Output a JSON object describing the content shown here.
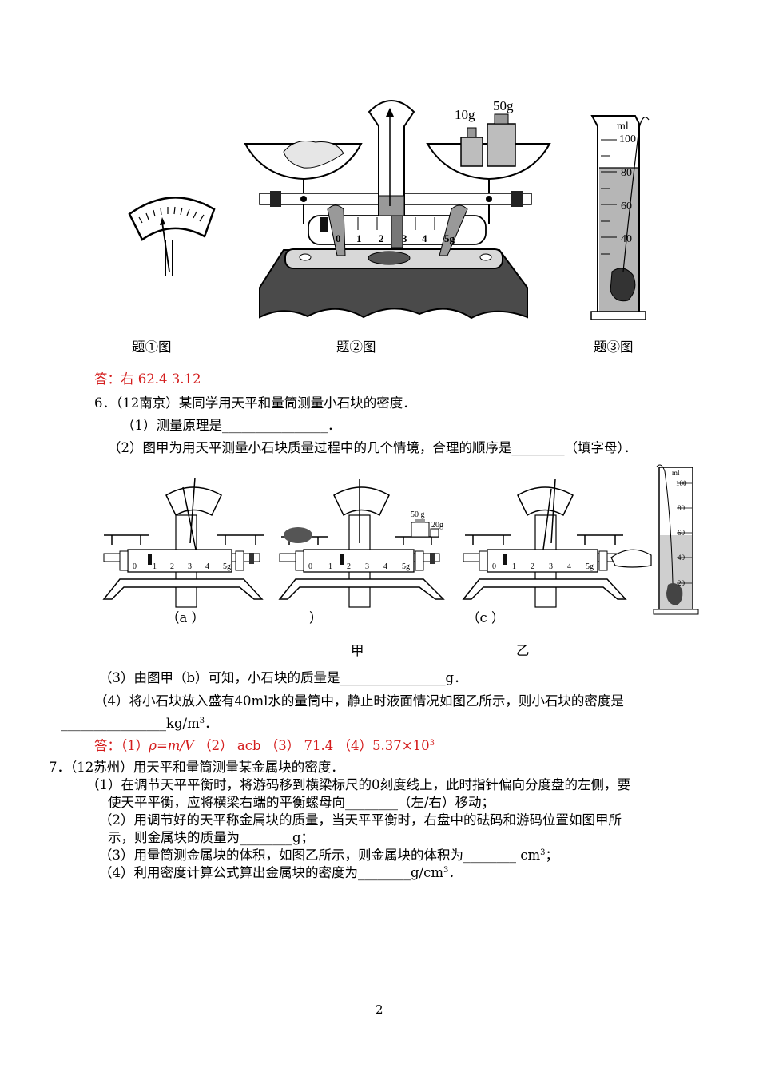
{
  "figures_top": {
    "weights": {
      "w10": "10g",
      "w50": "50g"
    },
    "beam_scale": [
      "0",
      "1",
      "2",
      "3",
      "4",
      "5g"
    ],
    "cylinder": {
      "unit": "ml",
      "ticks": [
        "100",
        "80",
        "60",
        "40"
      ]
    },
    "captions": [
      "题①图",
      "题②图",
      "题③图"
    ]
  },
  "answer5": "答：右   62.4   3.12",
  "q6": {
    "title": "6．（12南京）某同学用天平和量筒测量小石块的密度．",
    "p1": "（1）测量原理是________________．",
    "p2": "（2）图甲为用天平测量小石块质量过程中的几个情境，合理的顺序是________（填字母）．",
    "fig": {
      "scale": [
        "0",
        "1",
        "2",
        "3",
        "4",
        "5g"
      ],
      "weights": {
        "w50": "50 g",
        "w20": "20g"
      },
      "cylinder": {
        "unit": "ml",
        "ticks": [
          "100",
          "80",
          "60",
          "40",
          "20"
        ]
      },
      "labels": {
        "a": "（a ）",
        "b": "）",
        "c": "（c ）",
        "jia": "甲",
        "yi": "乙"
      }
    },
    "p3": "（3）由图甲（b）可知，小石块的质量是________________g．",
    "p4": "（4）将小石块放入盛有40ml水的量筒中，静止时液面情况如图乙所示，则小石块的密度是",
    "p4b": "________________kg/m",
    "p4b_sup": "3",
    "p4b_end": "．",
    "answer": {
      "prefix": "答：（1）",
      "formula": "ρ=m/V",
      "rest": "  （2）  acb   （3）  71.4   （4）5.37×10",
      "sup": "3"
    }
  },
  "q7": {
    "title": "7．（12苏州）用天平和量筒测量某金属块的密度．",
    "p1": "（1）在调节天平平衡时，将游码移到横梁标尺的0刻度线上，此时指针偏向分度盘的左侧，要",
    "p1b": "使天平平衡，应将横梁右端的平衡螺母向________（左/右）移动；",
    "p2": "（2）用调节好的天平称金属块的质量，当天平平衡时，右盘中的砝码和游码位置如图甲所",
    "p2b": "示，则金属块的质量为________g；",
    "p3": "（3）用量筒测金属块的体积，如图乙所示，则金属块的体积为________ cm",
    "p3_sup": "3",
    "p3_end": "；",
    "p4": "（4）利用密度计算公式算出金属块的密度为________g/cm",
    "p4_sup": "3",
    "p4_end": "．"
  },
  "page_number": "2"
}
